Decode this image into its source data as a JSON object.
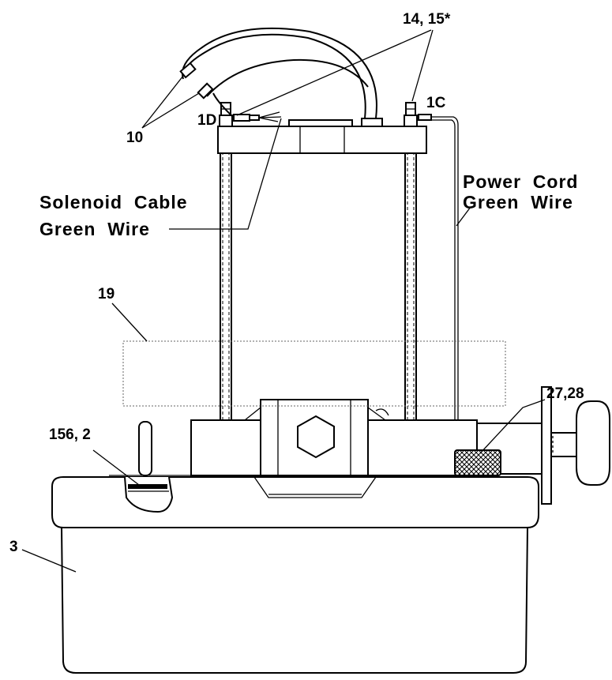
{
  "labels": {
    "ref_14_15": "14, 15*",
    "ref_10": "10",
    "ref_1d": "1D",
    "ref_1c": "1C",
    "power_cord_line1": "Power  Cord",
    "power_cord_line2": "Green  Wire",
    "solenoid_line1": "Solenoid  Cable",
    "solenoid_line2": "Green  Wire",
    "ref_19": "19",
    "ref_27_28": "27,28",
    "ref_156_2": "156, 2",
    "ref_3": "3"
  }
}
